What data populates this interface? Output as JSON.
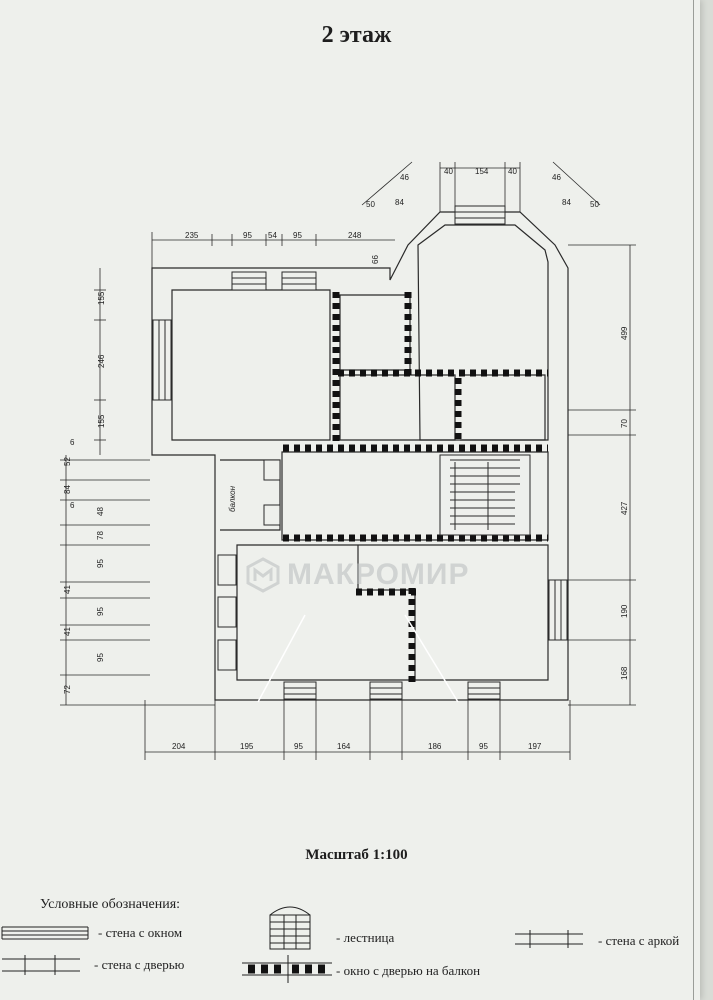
{
  "title": "2 этаж",
  "scale": "Масштаб 1:100",
  "watermark": "МАКРОМИР",
  "room_label": "балкон",
  "dimensions": {
    "top": [
      "235",
      "95",
      "54",
      "95",
      "248",
      "66"
    ],
    "bay": [
      "46",
      "50",
      "84",
      "40",
      "154",
      "40",
      "46",
      "84",
      "50"
    ],
    "left": [
      "155",
      "246",
      "155",
      "6",
      "52",
      "84",
      "6",
      "48",
      "78",
      "95",
      "41",
      "95",
      "41",
      "95",
      "72"
    ],
    "right": [
      "499",
      "70",
      "427",
      "190",
      "168"
    ],
    "bottom": [
      "204",
      "195",
      "95",
      "164",
      "186",
      "95",
      "197"
    ]
  },
  "legend": {
    "title": "Условные обозначения:",
    "items": [
      "- стена с окном",
      "- лестница",
      "- стена с аркой",
      "- стена с дверью",
      "- окно с дверью на балкон"
    ]
  },
  "colors": {
    "paper": "#eef0ec",
    "ink": "#222222"
  }
}
